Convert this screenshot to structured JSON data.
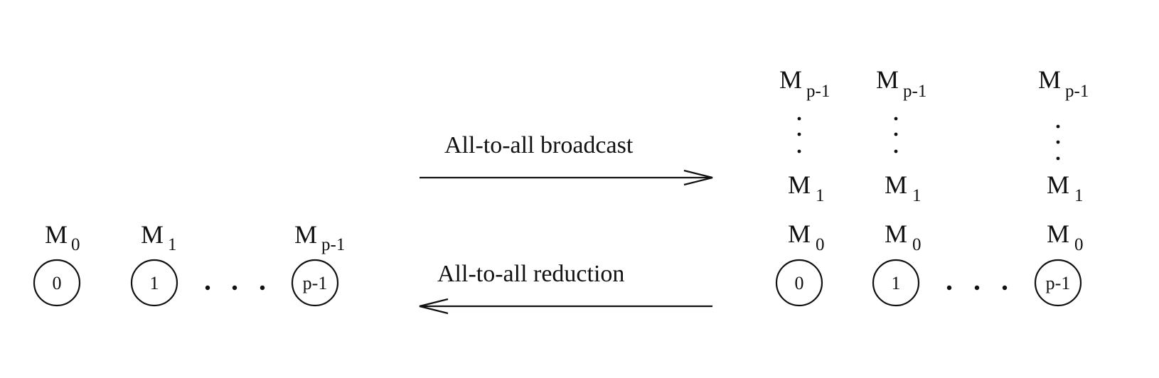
{
  "left_state": {
    "nodes": [
      {
        "id": "0",
        "message": {
          "base": "M",
          "sub": "0"
        }
      },
      {
        "id": "1",
        "message": {
          "base": "M",
          "sub": "1"
        }
      },
      {
        "id": "p-1",
        "message": {
          "base": "M",
          "sub": "p-1"
        }
      }
    ]
  },
  "operations": {
    "broadcast": "All-to-all broadcast",
    "reduction": "All-to-all reduction"
  },
  "right_state": {
    "nodes": [
      {
        "id": "0",
        "stack": [
          {
            "base": "M",
            "sub": "0"
          },
          {
            "base": "M",
            "sub": "1"
          },
          {
            "base": "M",
            "sub": "p-1"
          }
        ]
      },
      {
        "id": "1",
        "stack": [
          {
            "base": "M",
            "sub": "0"
          },
          {
            "base": "M",
            "sub": "1"
          },
          {
            "base": "M",
            "sub": "p-1"
          }
        ]
      },
      {
        "id": "p-1",
        "stack": [
          {
            "base": "M",
            "sub": "0"
          },
          {
            "base": "M",
            "sub": "1"
          },
          {
            "base": "M",
            "sub": "p-1"
          }
        ]
      }
    ]
  }
}
